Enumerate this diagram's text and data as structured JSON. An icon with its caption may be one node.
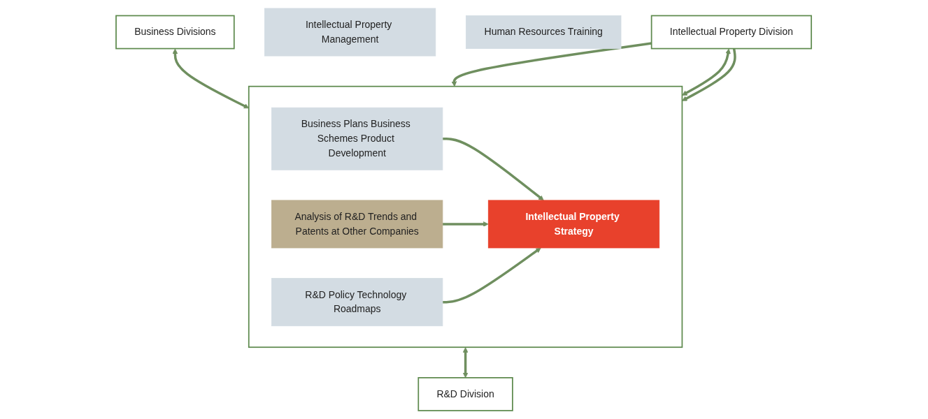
{
  "diagram": {
    "nodes": [
      {
        "text": [
          "Business Divisions"
        ]
      },
      {
        "text": [],
        "shape": "box"
      },
      {
        "text": [
          "Intellectual Property Strategy"
        ],
        "in": 1
      },
      {
        "text": [
          "Business Plans Business Schemes Product Development"
        ],
        "in": 1
      },
      {
        "text": [
          "R&D Policy Technology Roadmaps"
        ],
        "in": 1
      },
      {
        "text": [
          "Analysis of R&D Trends and Patents at Other Companies"
        ],
        "in": 1
      },
      {
        "text": [
          "R&D Division"
        ]
      },
      {
        "text": [
          "Intellectual Property Management"
        ]
      },
      {
        "text": [
          "Human Resources Training"
        ]
      },
      {
        "text": [
          "Intellectual Property Division"
        ]
      }
    ],
    "edges": [
      {
        "from": 0,
        "to": 1,
        "arrow": "both"
      },
      {
        "from": 1,
        "to": 6,
        "arrow": "both"
      },
      {
        "from": 3,
        "to": 2,
        "arrow": "to"
      },
      {
        "from": 5,
        "to": 2,
        "arrow": "to"
      },
      {
        "from": 4,
        "to": 2,
        "arrow": "to"
      },
      {
        "from": 9,
        "to": 1,
        "arrow": "to"
      },
      {
        "from": 9,
        "to": 1,
        "arrow": "both"
      },
      {
        "from": 9,
        "to": 1,
        "arrow": "to"
      }
    ]
  }
}
